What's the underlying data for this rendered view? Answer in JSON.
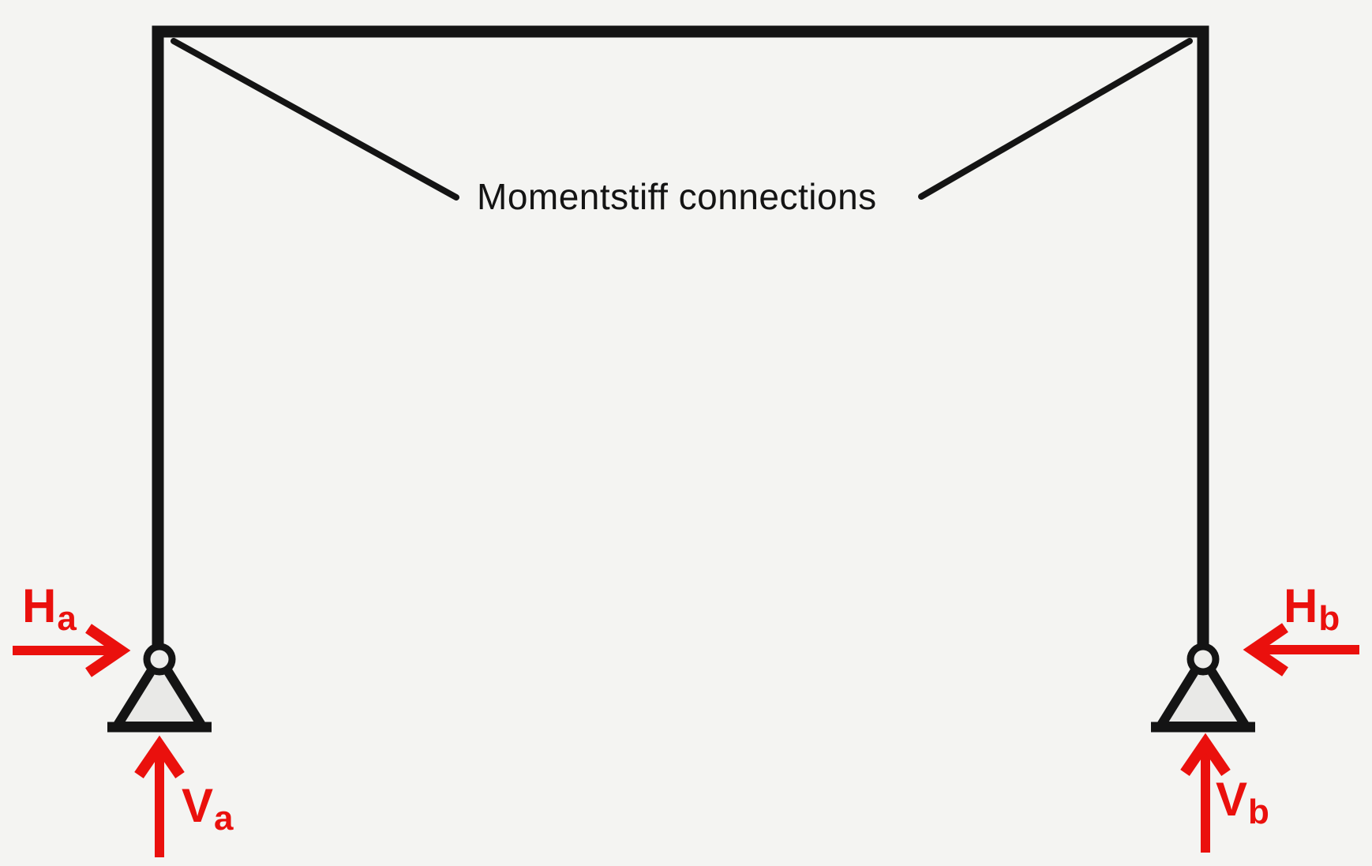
{
  "colors": {
    "background": "#f4f4f2",
    "frame_ink": "#141414",
    "force_red": "#ea100d",
    "support_fill": "#e9e9e7",
    "pin_fill": "#ededeb"
  },
  "figure": {
    "annotation": "Momentstiff connections",
    "reactions": {
      "ha": {
        "symbol": "H",
        "sub": "a"
      },
      "va": {
        "symbol": "V",
        "sub": "a"
      },
      "hb": {
        "symbol": "H",
        "sub": "b"
      },
      "vb": {
        "symbol": "V",
        "sub": "b"
      }
    }
  }
}
